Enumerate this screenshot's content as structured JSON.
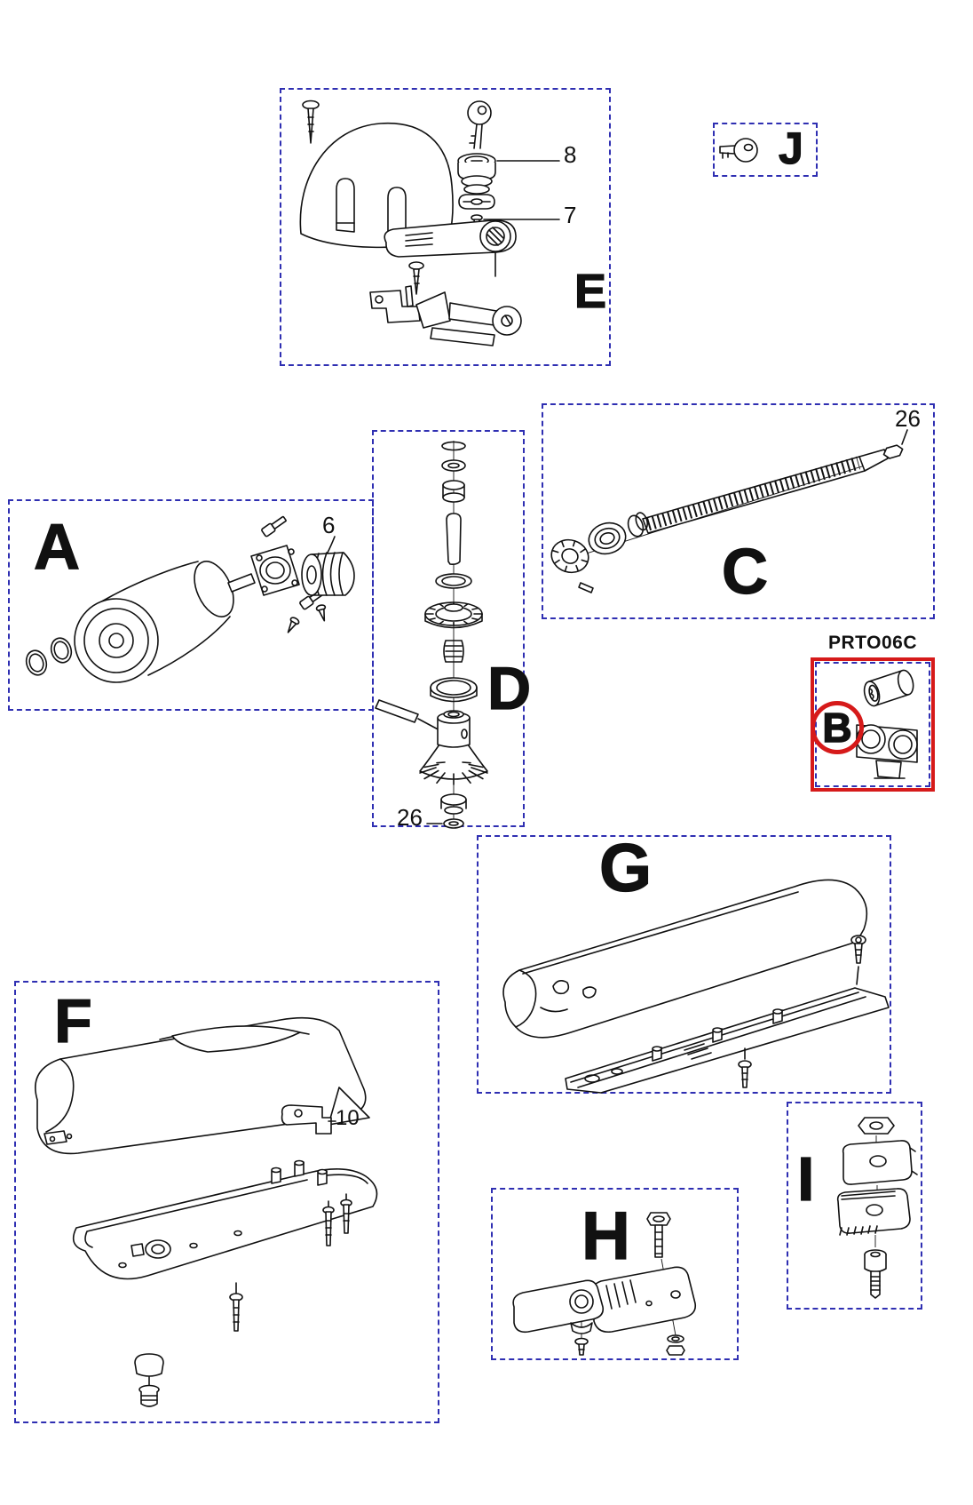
{
  "palette": {
    "bg": "#ffffff",
    "box_border": "#2f2fb2",
    "highlight_red": "#d61a1a",
    "ink": "#111111"
  },
  "sections": {
    "A": {
      "label": "A",
      "callouts": {
        "worm_gear": "6"
      }
    },
    "B": {
      "label": "B",
      "code": "PRTO06C"
    },
    "C": {
      "label": "C",
      "callouts": {
        "end_nut": "26"
      }
    },
    "D": {
      "label": "D",
      "callouts": {
        "bottom_washer": "26"
      }
    },
    "E": {
      "label": "E",
      "callouts": {
        "lock_cylinder": "8",
        "lock_screw": "7"
      }
    },
    "F": {
      "label": "F",
      "callouts": {
        "bracket": "10"
      }
    },
    "G": {
      "label": "G"
    },
    "H": {
      "label": "H"
    },
    "I": {
      "label": "I"
    },
    "J": {
      "label": "J"
    }
  }
}
